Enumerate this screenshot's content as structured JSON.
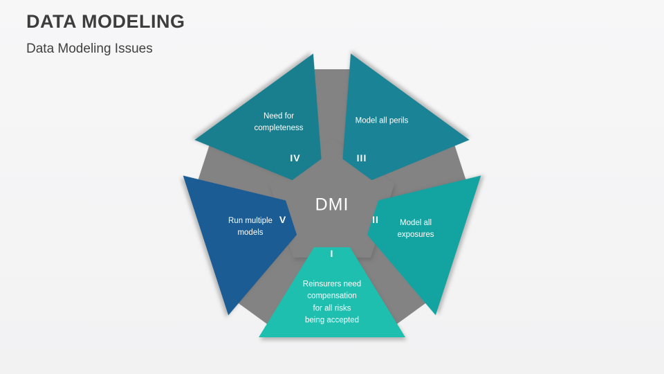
{
  "slide": {
    "title": "DATA MODELING",
    "subtitle": "Data Modeling Issues"
  },
  "diagram": {
    "center_label": "DMI",
    "center_color": "#838383",
    "text_color": "#ffffff",
    "segments": [
      {
        "numeral": "I",
        "label": "Reinsurers need\ncompensation\nfor all risks\nbeing accepted",
        "color": "#1ebfae"
      },
      {
        "numeral": "II",
        "label": "Model all\nexposures",
        "color": "#13a4a1"
      },
      {
        "numeral": "III",
        "label": "Model all perils",
        "color": "#1a8396"
      },
      {
        "numeral": "IV",
        "label": "Need for\ncompleteness",
        "color": "#197f8e"
      },
      {
        "numeral": "V",
        "label": "Run multiple\nmodels",
        "color": "#1c5c95"
      }
    ]
  }
}
